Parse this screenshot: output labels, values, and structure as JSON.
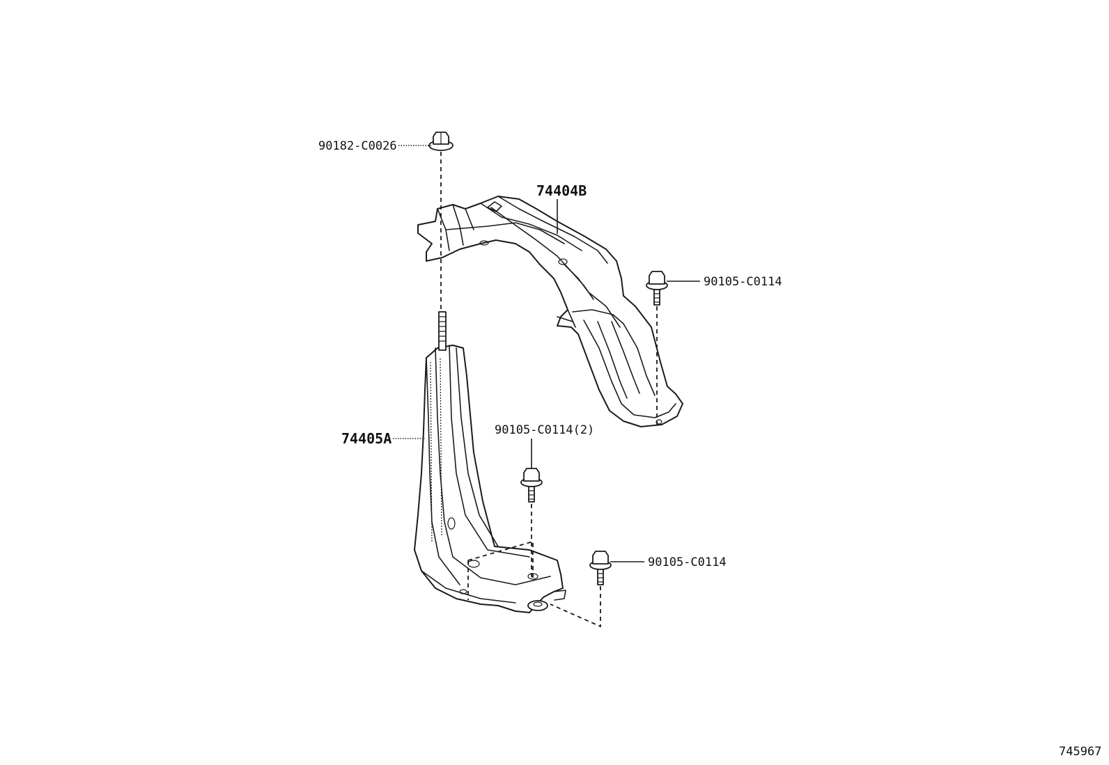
{
  "labels": {
    "nut_top": "90182-C0026",
    "bracket_upper": "74404B",
    "bolt_right": "90105-C0114",
    "bracket_lower": "74405A",
    "bolt_center": "90105-C0114(2)",
    "bolt_lower": "90105-C0114"
  },
  "diagram_number": "745967"
}
